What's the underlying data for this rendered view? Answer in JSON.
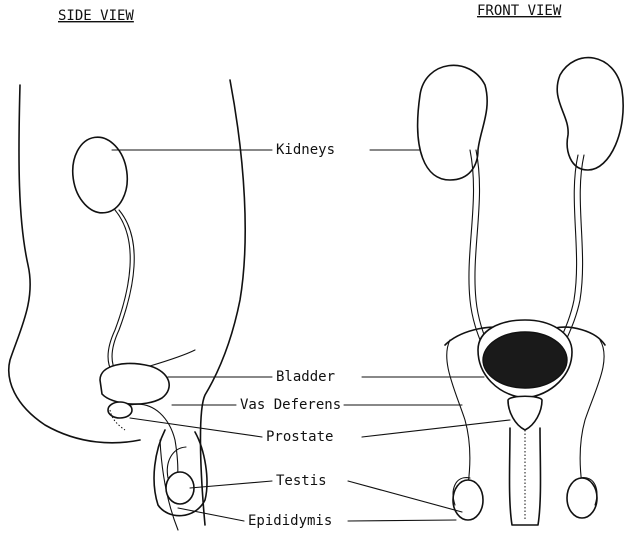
{
  "headings": {
    "side_view": "SIDE VIEW",
    "front_view": "FRONT VIEW"
  },
  "labels": {
    "kidneys": "Kidneys",
    "bladder": "Bladder",
    "vas_deferens": "Vas Deferens",
    "prostate": "Prostate",
    "testis": "Testis",
    "epididymis": "Epididymis"
  }
}
